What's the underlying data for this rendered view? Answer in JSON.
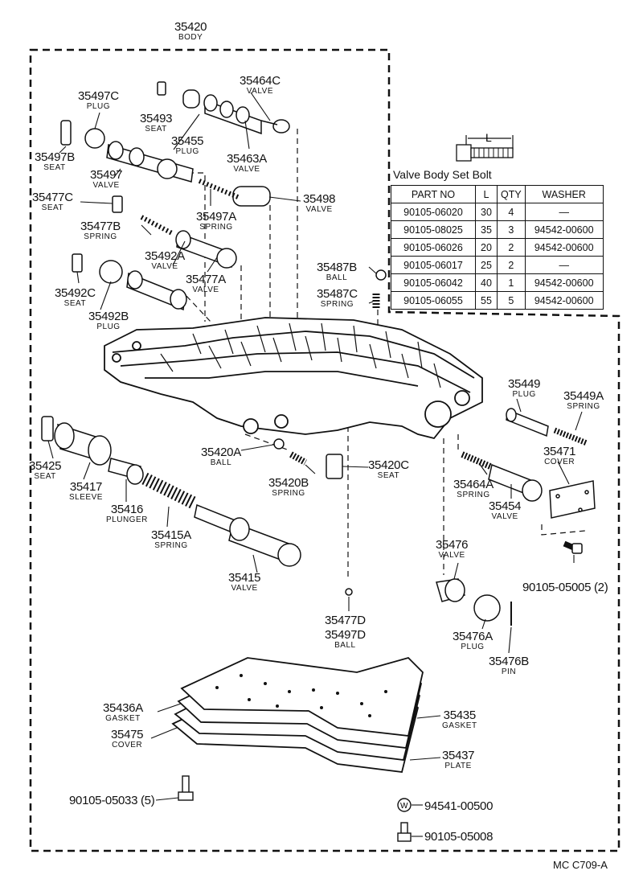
{
  "body": {
    "part": "35420",
    "name": "BODY"
  },
  "labels": {
    "p35497C": {
      "part": "35497C",
      "name": "PLUG"
    },
    "p35493": {
      "part": "35493",
      "name": "SEAT"
    },
    "p35464C": {
      "part": "35464C",
      "name": "VALVE"
    },
    "p35497B": {
      "part": "35497B",
      "name": "SEAT"
    },
    "p35455": {
      "part": "35455",
      "name": "PLUG"
    },
    "p35463A": {
      "part": "35463A",
      "name": "VALVE"
    },
    "p35497": {
      "part": "35497",
      "name": "VALVE"
    },
    "p35477C": {
      "part": "35477C",
      "name": "SEAT"
    },
    "p35497A": {
      "part": "35497A",
      "name": "SPRING"
    },
    "p35498": {
      "part": "35498",
      "name": "VALVE"
    },
    "p35477B": {
      "part": "35477B",
      "name": "SPRING"
    },
    "p35492A": {
      "part": "35492A",
      "name": "VALVE"
    },
    "p35477A": {
      "part": "35477A",
      "name": "VALVE"
    },
    "p35492C": {
      "part": "35492C",
      "name": "SEAT"
    },
    "p35492B": {
      "part": "35492B",
      "name": "PLUG"
    },
    "p35487B": {
      "part": "35487B",
      "name": "BALL"
    },
    "p35487C": {
      "part": "35487C",
      "name": "SPRING"
    },
    "p35449": {
      "part": "35449",
      "name": "PLUG"
    },
    "p35449A": {
      "part": "35449A",
      "name": "SPRING"
    },
    "p35471": {
      "part": "35471",
      "name": "COVER"
    },
    "p35420A": {
      "part": "35420A",
      "name": "BALL"
    },
    "p35420C": {
      "part": "35420C",
      "name": "SEAT"
    },
    "p35420B": {
      "part": "35420B",
      "name": "SPRING"
    },
    "p35425": {
      "part": "35425",
      "name": "SEAT"
    },
    "p35417": {
      "part": "35417",
      "name": "SLEEVE"
    },
    "p35416": {
      "part": "35416",
      "name": "PLUNGER"
    },
    "p35415A": {
      "part": "35415A",
      "name": "SPRING"
    },
    "p35415": {
      "part": "35415",
      "name": "VALVE"
    },
    "p35464A": {
      "part": "35464A",
      "name": "SPRING"
    },
    "p35454": {
      "part": "35454",
      "name": "VALVE"
    },
    "p35476": {
      "part": "35476",
      "name": "VALVE"
    },
    "p35476A": {
      "part": "35476A",
      "name": "PLUG"
    },
    "p35476B": {
      "part": "35476B",
      "name": "PIN"
    },
    "p35477D": {
      "part": "35477D",
      "name": ""
    },
    "p35497D": {
      "part": "35497D",
      "name": "BALL"
    },
    "p35436A": {
      "part": "35436A",
      "name": "GASKET"
    },
    "p35475": {
      "part": "35475",
      "name": "COVER"
    },
    "p35435": {
      "part": "35435",
      "name": "GASKET"
    },
    "p35437": {
      "part": "35437",
      "name": "PLATE"
    }
  },
  "fasteners": {
    "f1": "90105-05005 (2)",
    "f2": "90105-05033 (5)",
    "f3": "94541-00500",
    "f4": "90105-05008"
  },
  "dimension_label": "L",
  "bolt_table": {
    "title": "Valve Body Set Bolt",
    "headers": [
      "PART NO",
      "L",
      "QTY",
      "WASHER"
    ],
    "rows": [
      [
        "90105-06020",
        "30",
        "4",
        "—"
      ],
      [
        "90105-08025",
        "35",
        "3",
        "94542-00600"
      ],
      [
        "90105-06026",
        "20",
        "2",
        "94542-00600"
      ],
      [
        "90105-06017",
        "25",
        "2",
        "—"
      ],
      [
        "90105-06042",
        "40",
        "1",
        "94542-00600"
      ],
      [
        "90105-06055",
        "55",
        "5",
        "94542-00600"
      ]
    ]
  },
  "washer_symbol": "W",
  "footer_code": "MC  C709-A"
}
